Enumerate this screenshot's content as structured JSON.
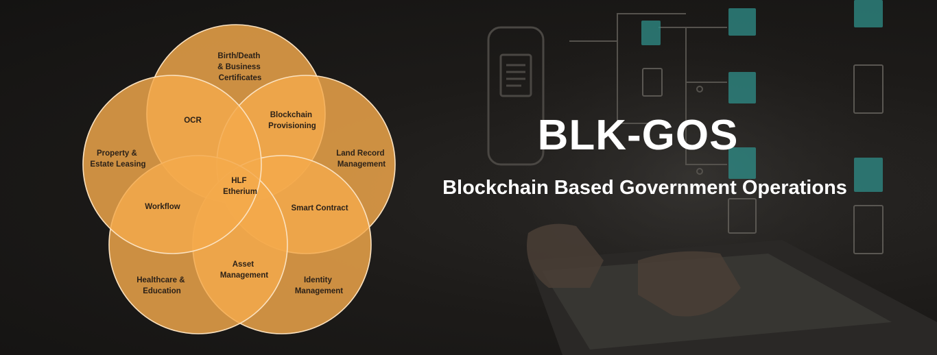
{
  "banner": {
    "title": "BLK-GOS",
    "subtitle": "Blockchain Based Government Operations"
  },
  "diagram": {
    "core": [
      "HLF",
      "Etherium"
    ],
    "outer_labels": {
      "top": [
        "Birth/Death",
        "& Business",
        "Certificates"
      ],
      "left": [
        "Property &",
        "Estate Leasing"
      ],
      "right": [
        "Land Record",
        "Management"
      ],
      "bottom_left": [
        "Healthcare &",
        "Education"
      ],
      "bottom_right": [
        "Identity",
        "Management"
      ]
    },
    "overlap_labels": {
      "ocr": [
        "OCR"
      ],
      "blockchain": [
        "Blockchain",
        "Provisioning"
      ],
      "workflow": [
        "Workflow"
      ],
      "smart_contract": [
        "Smart Contract"
      ],
      "asset": [
        "Asset",
        "Management"
      ]
    }
  },
  "colors": {
    "circle_fill": "#f4a94c",
    "circle_stroke": "#fbe2c0",
    "text": "#2b2118",
    "background": "#1c1a18",
    "accent_teal": "#2f8f8a"
  }
}
